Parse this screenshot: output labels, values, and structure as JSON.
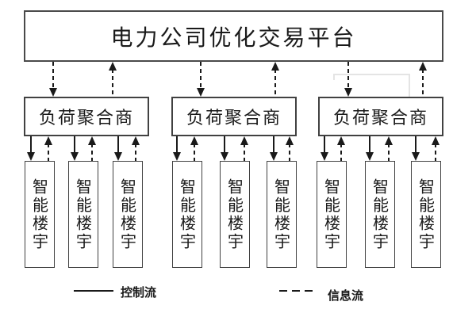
{
  "platform": {
    "label": "电力公司优化交易平台"
  },
  "aggregators": [
    {
      "label": "负荷聚合商"
    },
    {
      "label": "负荷聚合商"
    },
    {
      "label": "负荷聚合商"
    }
  ],
  "buildings": [
    {
      "label": "智能楼宇"
    },
    {
      "label": "智能楼宇"
    },
    {
      "label": "智能楼宇"
    },
    {
      "label": "智能楼宇"
    },
    {
      "label": "智能楼宇"
    },
    {
      "label": "智能楼宇"
    },
    {
      "label": "智能楼宇"
    },
    {
      "label": "智能楼宇"
    },
    {
      "label": "智能楼宇"
    }
  ],
  "legend": {
    "items": [
      {
        "label": "控制流",
        "line_style": "solid"
      },
      {
        "label": "信息流",
        "line_style": "dashed"
      }
    ]
  },
  "flows": {
    "platform_to_aggregator": {
      "style": "dashed",
      "direction": "down",
      "meaning": "信息流"
    },
    "aggregator_to_platform": {
      "style": "dashed",
      "direction": "up",
      "meaning": "信息流"
    },
    "aggregator_to_building": {
      "style": "solid",
      "direction": "down",
      "meaning": "控制流"
    },
    "building_to_aggregator": {
      "style": "dashed",
      "direction": "up",
      "meaning": "信息流"
    }
  },
  "colors": {
    "background": "#ffffff",
    "ink": "#1a1a1a",
    "box_border": "#414141",
    "artifact_line": "#e4e4e4"
  }
}
